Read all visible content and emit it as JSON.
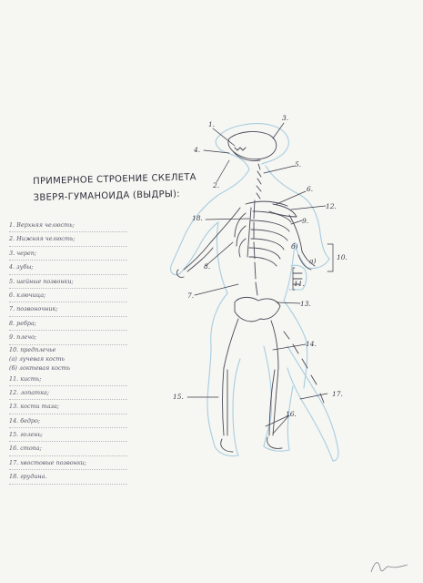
{
  "title": {
    "line1": "ПРИМЕРНОЕ СТРОЕНИЕ СКЕЛЕТА",
    "line2": "ЗВЕРЯ-ГУМАНОИДА (ВЫДРЫ):"
  },
  "legend": [
    "1. Верхняя челюсть;",
    "2. Нижняя челюсть;",
    "3. череп;",
    "4. зубы;",
    "5. шейные позвонки;",
    "6. ключица;",
    "7. позвоночник;",
    "8. ребра;",
    "9. плечо;",
    "10. предплечье",
    "(а) лучевая кость",
    "(б) локтевая кость",
    "11. кисть;",
    "12. лопатка;",
    "13. кости таза;",
    "14. бедро;",
    "15. голень;",
    "16. стопа;",
    "17. хвостовые позвонки;",
    "18. грудина."
  ],
  "labels": {
    "n1": "1.",
    "n2": "2.",
    "n3": "3.",
    "n4": "4.",
    "n5": "5.",
    "n6": "6.",
    "n7": "7.",
    "n8": "8.",
    "n9": "9.",
    "n10": "10.",
    "n11": "11.",
    "n12": "12.",
    "n13": "13.",
    "n14": "14.",
    "n15": "15.",
    "n16": "16.",
    "n17": "17.",
    "n18": "18.",
    "a": "а)",
    "b": "б)"
  },
  "colors": {
    "outline": "#a8cde0",
    "bone": "#4a4a5a",
    "pencil": "#3a3a4a"
  }
}
